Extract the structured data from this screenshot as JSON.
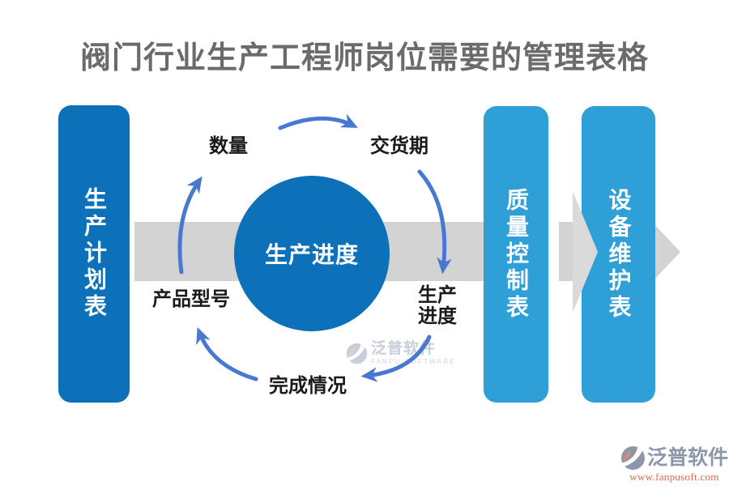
{
  "title": {
    "text": "阀门行业生产工程师岗位需要的管理表格"
  },
  "flow": {
    "left_panel": {
      "label": "生产计划表"
    },
    "center_circle": {
      "label": "生产进度"
    },
    "right_panels": {
      "quality": {
        "label": "质量控制表"
      },
      "equipment": {
        "label": "设备维护表"
      }
    }
  },
  "cycle": {
    "quantity": "数量",
    "delivery_date": "交货期",
    "progress_line1": "生产",
    "progress_line2": "进度",
    "completion": "完成情况",
    "product_model": "产品型号"
  },
  "watermark": {
    "brand": "泛普软件",
    "subtitle": "FANPU SOFTWARE"
  },
  "footer_logo": {
    "brand": "泛普软件",
    "website": "www.fanpusoft.com"
  },
  "colors": {
    "title_text": "#6B6B6B",
    "primary_blue": "#0C71B9",
    "light_blue": "#2E9FD7",
    "flow_band_gray": "#D3D3D3",
    "arrowhead_gray": "#DADADA",
    "arrow_blue": "#4878D0",
    "label_text": "#1A1A1A",
    "logo_text": "#8C98AA",
    "logo_url": "#D96A50"
  }
}
